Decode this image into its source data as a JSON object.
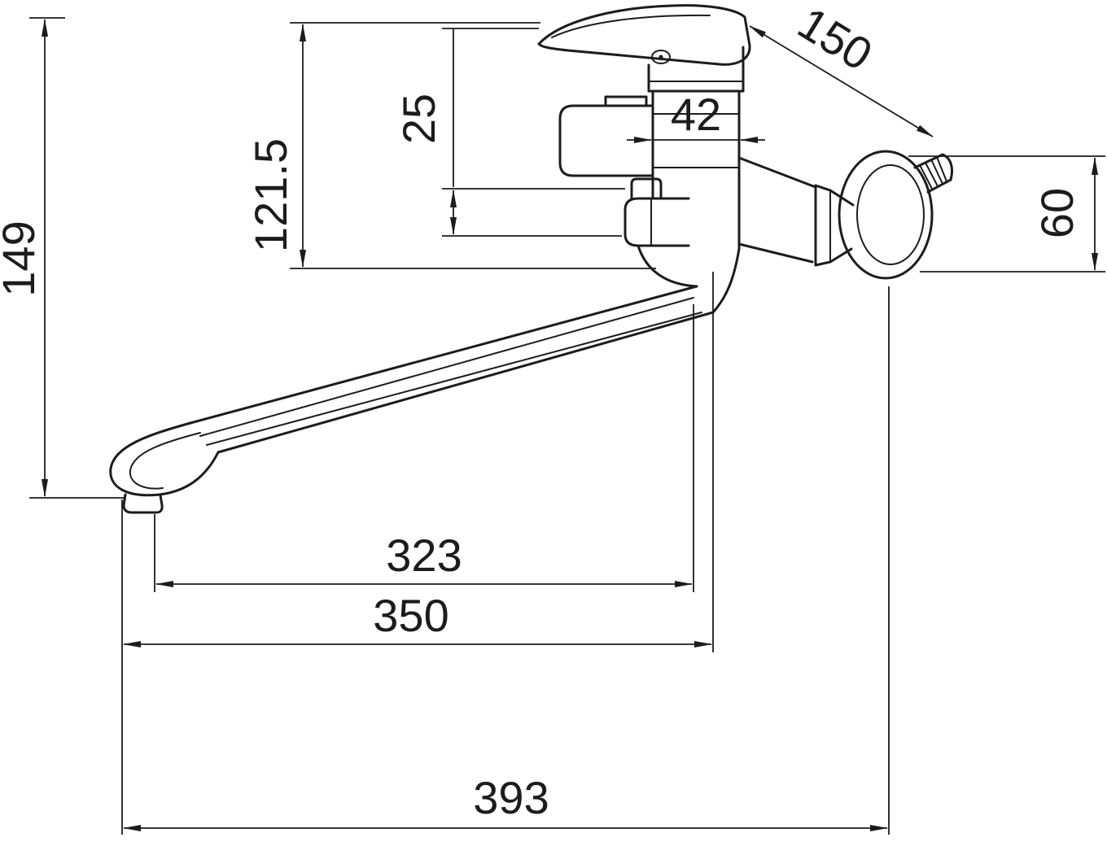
{
  "page": {
    "background": "#ffffff",
    "line_color": "#1c1c1c"
  },
  "dimensions": {
    "d149": {
      "label": "149"
    },
    "d121_5": {
      "label": "121.5"
    },
    "d25": {
      "label": "25"
    },
    "d42": {
      "label": "42"
    },
    "d150": {
      "label": "150"
    },
    "d60": {
      "label": "60"
    },
    "d323": {
      "label": "323"
    },
    "d350": {
      "label": "350"
    },
    "d393": {
      "label": "393"
    }
  }
}
